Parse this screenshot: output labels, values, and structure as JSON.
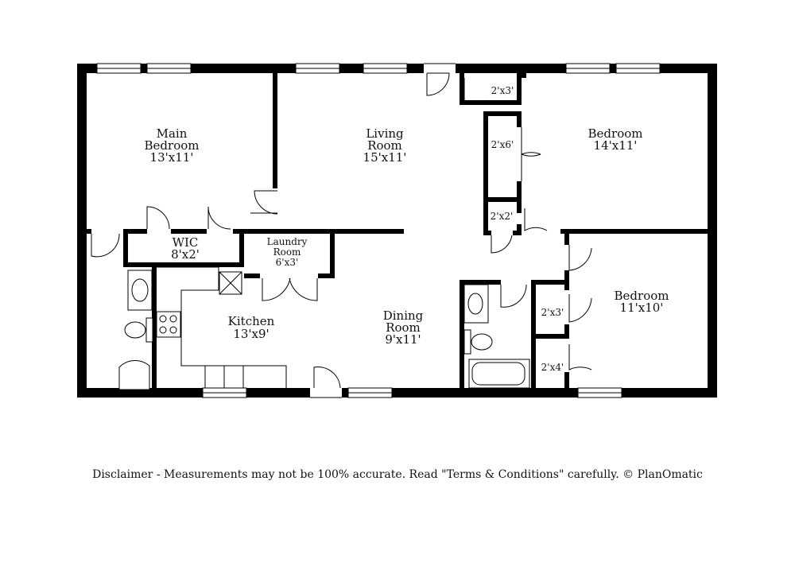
{
  "rooms": {
    "main_bedroom": {
      "name_line1": "Main",
      "name_line2": "Bedroom",
      "size": "13'x11'"
    },
    "living_room": {
      "name_line1": "Living",
      "name_line2": "Room",
      "size": "15'x11'"
    },
    "bedroom_1": {
      "name": "Bedroom",
      "size": "14'x11'"
    },
    "bedroom_2": {
      "name": "Bedroom",
      "size": "11'x10'"
    },
    "wic": {
      "name": "WIC",
      "size": "8'x2'"
    },
    "laundry": {
      "name_line1": "Laundry",
      "name_line2": "Room",
      "size": "6'x3'"
    },
    "kitchen": {
      "name": "Kitchen",
      "size": "13'x9'"
    },
    "dining_room": {
      "name_line1": "Dining",
      "name_line2": "Room",
      "size": "9'x11'"
    }
  },
  "closets": {
    "closet_a": "2'x3'",
    "closet_b": "2'x6'",
    "closet_c": "2'x2'",
    "closet_d": "2'x3'",
    "closet_e": "2'x4'"
  },
  "disclaimer": "Disclaimer - Measurements may not be 100% accurate. Read \"Terms & Conditions\" carefully. © PlanOmatic"
}
